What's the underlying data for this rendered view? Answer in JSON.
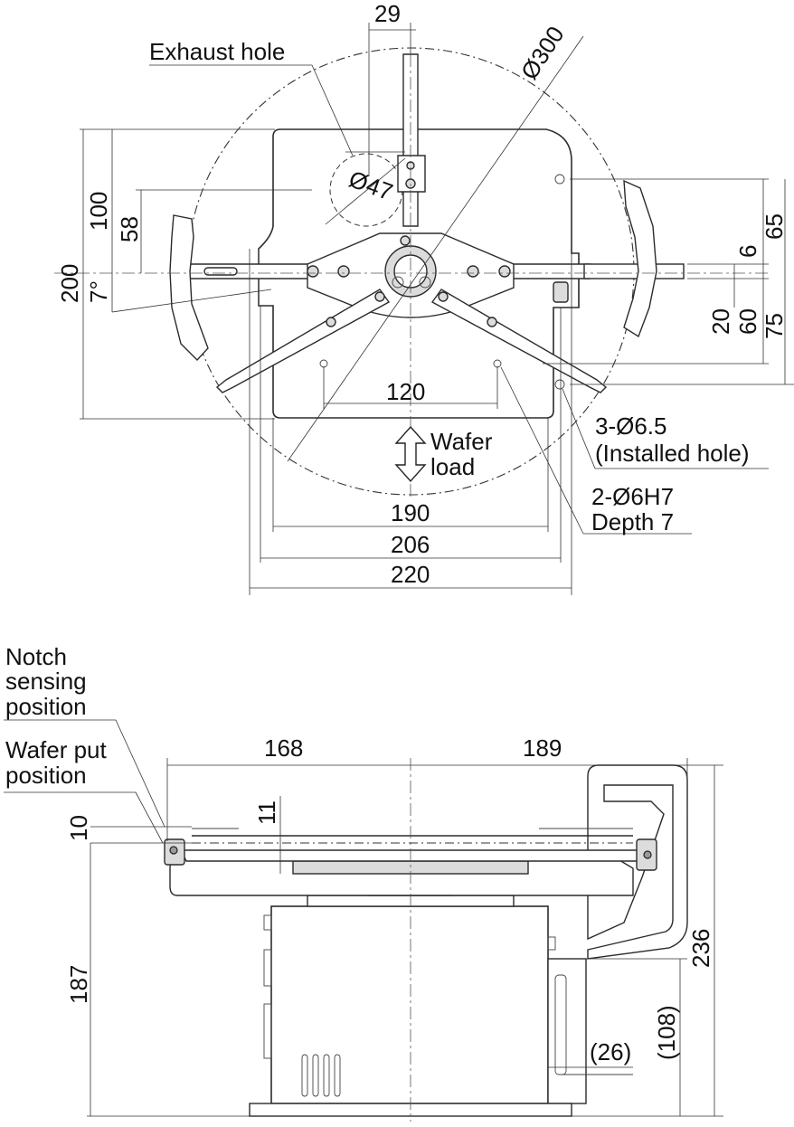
{
  "top_view": {
    "callouts": {
      "exhaust_hole": "Exhaust hole",
      "wafer_load_line1": "Wafer",
      "wafer_load_line2": "load",
      "installed_hole_line1": "3-Ø6.5",
      "installed_hole_line2": "(Installed hole)",
      "pin_hole_line1": "2-Ø6H7",
      "pin_hole_line2": "Depth 7"
    },
    "dimensions": {
      "top_width": "29",
      "wafer_diameter": "Ø300",
      "hole_diameter": "Ø47",
      "left_100": "100",
      "left_58": "58",
      "left_200": "200",
      "angle": "7°",
      "right_65": "65",
      "right_6": "6",
      "right_20": "20",
      "right_60": "60",
      "right_75": "75",
      "pitch_120": "120",
      "width_190": "190",
      "width_206": "206",
      "width_220": "220"
    }
  },
  "side_view": {
    "callouts": {
      "notch_line1": "Notch",
      "notch_line2": "sensing",
      "notch_line3": "position",
      "put_line1": "Wafer put",
      "put_line2": "position"
    },
    "dimensions": {
      "left_168": "168",
      "right_189": "189",
      "gap_10": "10",
      "gap_11": "11",
      "height_187": "187",
      "height_236": "236",
      "height_108": "(108)",
      "offset_26": "(26)"
    }
  }
}
